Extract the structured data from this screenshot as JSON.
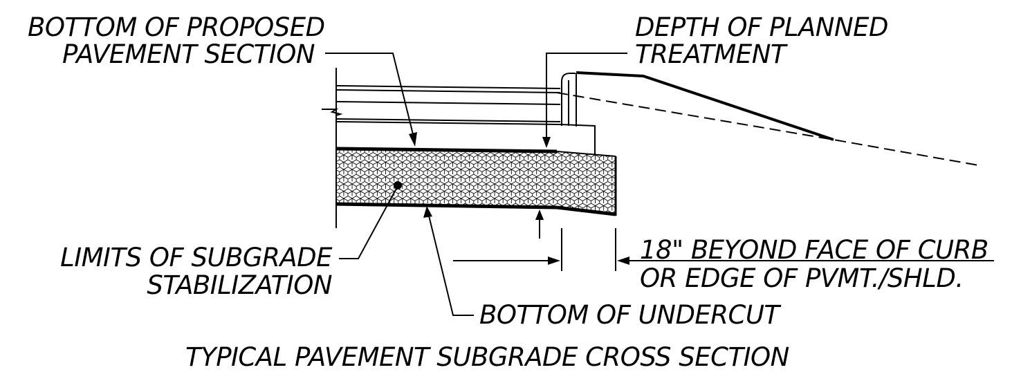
{
  "labels": {
    "bottom_proposed_line1": "BOTTOM OF PROPOSED",
    "bottom_proposed_line2": "PAVEMENT SECTION",
    "depth_line1": "DEPTH OF PLANNED",
    "depth_line2": "TREATMENT",
    "limits_line1": "LIMITS OF SUBGRADE",
    "limits_line2": "STABILIZATION",
    "undercut": "BOTTOM OF UNDERCUT",
    "beyond_line1": "18\" BEYOND FACE OF CURB",
    "beyond_line2": "OR EDGE OF PVMT./SHLD.",
    "title": "TYPICAL PAVEMENT SUBGRADE CROSS SECTION"
  },
  "colors": {
    "ink": "#000000",
    "paper": "#ffffff"
  }
}
